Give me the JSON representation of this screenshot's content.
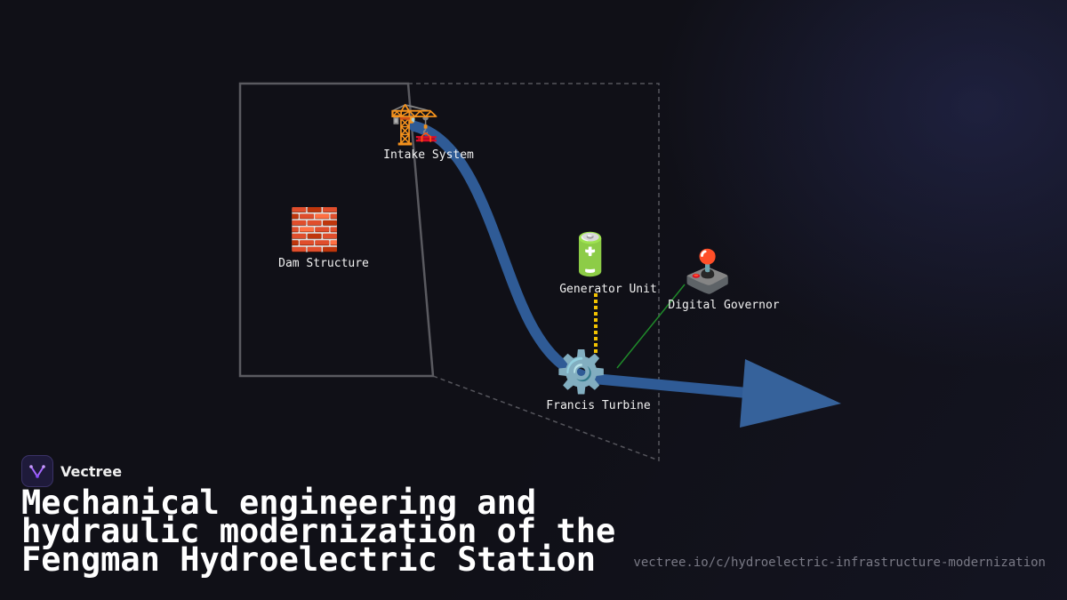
{
  "nodes": {
    "intake": {
      "label": "Intake System",
      "icon": "🏗️",
      "icon_name": "crane-icon"
    },
    "dam": {
      "label": "Dam Structure",
      "icon": "🧱",
      "icon_name": "brick-icon"
    },
    "generator": {
      "label": "Generator Unit",
      "icon": "🔋",
      "icon_name": "battery-icon"
    },
    "governor": {
      "label": "Digital Governor",
      "icon": "🕹️",
      "icon_name": "joystick-icon"
    },
    "turbine": {
      "label": "Francis Turbine",
      "icon": "⚙️",
      "icon_name": "gear-icon"
    }
  },
  "colors": {
    "flow": "#2f5b96",
    "flow_arrow": "#36629b",
    "dam_outline": "#5a5a60",
    "dashed_outline": "#55555c",
    "shaft": "#f2c200",
    "control": "#1f8a2a",
    "background": "#101017"
  },
  "brand": {
    "name": "Vectree",
    "logo_icon": "vectree-logo-icon"
  },
  "footer": {
    "title": "Mechanical engineering and hydraulic modernization of the Fengman Hydroelectric Station",
    "url": "vectree.io/c/hydroelectric-infrastructure-modernization"
  }
}
